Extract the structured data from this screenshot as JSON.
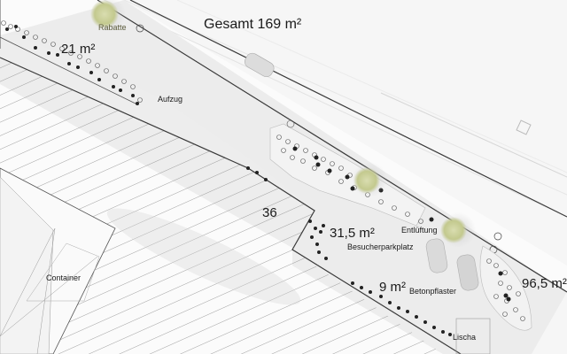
{
  "plan": {
    "title": "Gesamt 169 m²",
    "areas": [
      {
        "id": "area-21",
        "label": "21 m²"
      },
      {
        "id": "area-31-5",
        "label": "31,5 m²"
      },
      {
        "id": "area-9",
        "label": "9 m²"
      },
      {
        "id": "area-96-5",
        "label": "96,5 m²"
      }
    ],
    "labels": {
      "rabatte": "Rabatte",
      "aufzug": "Aufzug",
      "entlueftung": "Entlüftung",
      "besucherparkplatz": "Besucherparkplatz",
      "betonpflaster": "Betonpflaster",
      "lischa": "Lischa",
      "container": "Container",
      "building_number": "36"
    },
    "colors": {
      "background": "#fbfbfb",
      "paving": "#ececec",
      "line": "#3a3a3a",
      "hatch": "#8a8a8a",
      "tree": "#c9cf9a",
      "planting_dark": "#222222"
    }
  }
}
